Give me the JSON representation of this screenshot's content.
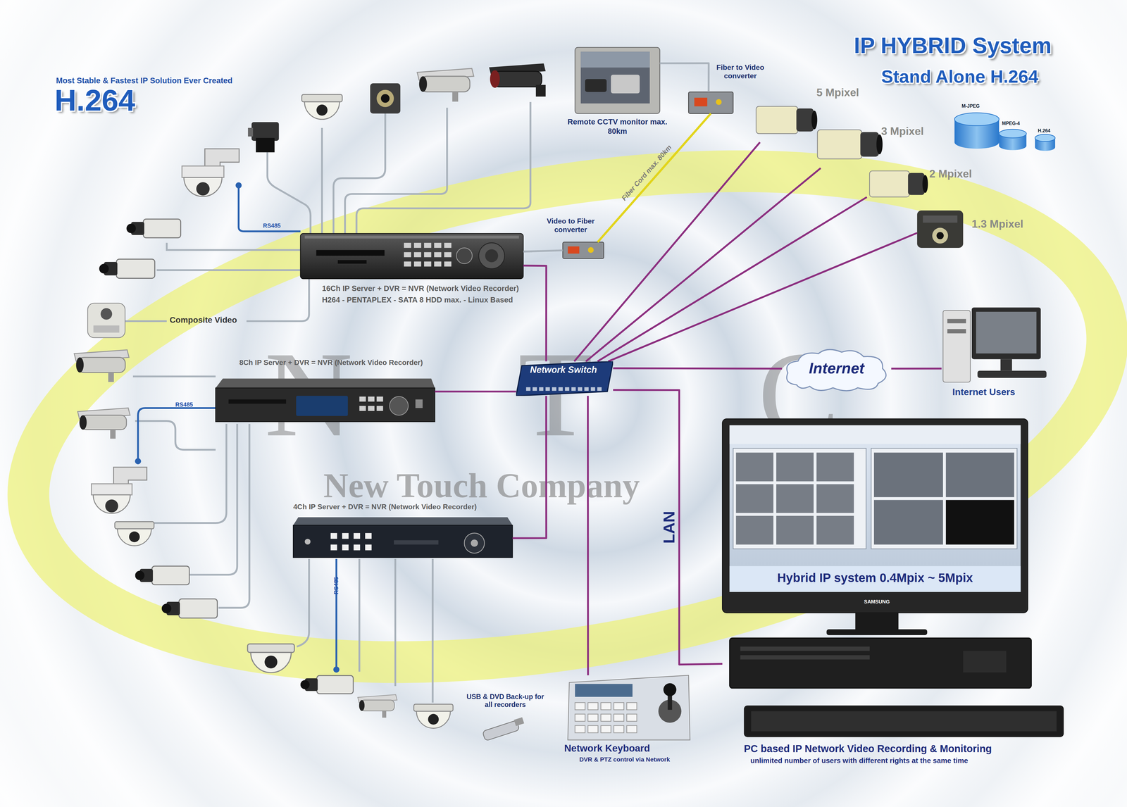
{
  "diagram": {
    "title": "IP HYBRID System",
    "nodes": [
      {
        "text": [
          "16Ch IP Server + DVR = NVR (Network Video Recorder)",
          "H264 - PENTAPLEX - SATA 8 HDD max. - Linux Based"
        ]
      },
      {
        "text": [
          "Video to Fiber converter"
        ]
      },
      {
        "text": [
          "Fiber to Video converter"
        ]
      },
      {
        "text": [
          "Remote CCTV monitor max. 80km"
        ]
      },
      {
        "text": [
          "8Ch IP Server + DVR = NVR (Network Video Recorder)"
        ]
      },
      {
        "text": [
          "4Ch IP Server + DVR = NVR (Network Video Recorder)"
        ]
      },
      {
        "text": [
          "Network Switch"
        ]
      },
      {
        "text": [
          "5 Mpixel"
        ]
      },
      {
        "text": [
          "3 Mpixel"
        ]
      },
      {
        "text": [
          "2 Mpixel"
        ]
      },
      {
        "text": [
          "1.3 Mpixel"
        ]
      },
      {
        "text": [
          "Internet"
        ]
      },
      {
        "text": [
          "Internet Users"
        ]
      },
      {
        "text": [
          "Hybrid IP system 0.4Mpix ~ 5Mpix",
          "PC based IP Network Video Recording & Monitoring",
          "unlimited number of users with different rights at the same time"
        ]
      },
      {
        "text": [
          "Network Keyboard",
          "DVR & PTZ control via Network"
        ]
      }
    ],
    "edges": [
      {
        "from": 0,
        "to": 1,
        "arrow": "none"
      },
      {
        "from": 1,
        "to": 2,
        "label": "Fiber Cord max. 80km",
        "arrow": "none"
      },
      {
        "from": 2,
        "to": 3,
        "arrow": "none"
      },
      {
        "from": 0,
        "to": 6,
        "arrow": "none"
      },
      {
        "from": 4,
        "to": 6,
        "arrow": "none"
      },
      {
        "from": 5,
        "to": 6,
        "arrow": "none"
      },
      {
        "from": 6,
        "to": 7,
        "arrow": "none"
      },
      {
        "from": 6,
        "to": 8,
        "arrow": "none"
      },
      {
        "from": 6,
        "to": 9,
        "arrow": "none"
      },
      {
        "from": 6,
        "to": 10,
        "arrow": "none"
      },
      {
        "from": 6,
        "to": 11,
        "arrow": "none"
      },
      {
        "from": 11,
        "to": 12,
        "arrow": "none"
      },
      {
        "from": 6,
        "to": 14,
        "arrow": "none"
      },
      {
        "from": 6,
        "to": 13,
        "label": "LAN",
        "arrow": "none"
      }
    ],
    "labels": [
      "Most Stable & Fastest IP Solution Ever Created",
      "H.264",
      "Stand Alone H.264",
      "M-JPEG",
      "MPEG-4",
      "H.264",
      "RS485",
      "RS485",
      "RS485",
      "Composite Video",
      "USB & DVD Back-up for all recorders",
      "NTC",
      "New Touch Company",
      "SAMSUNG"
    ]
  }
}
